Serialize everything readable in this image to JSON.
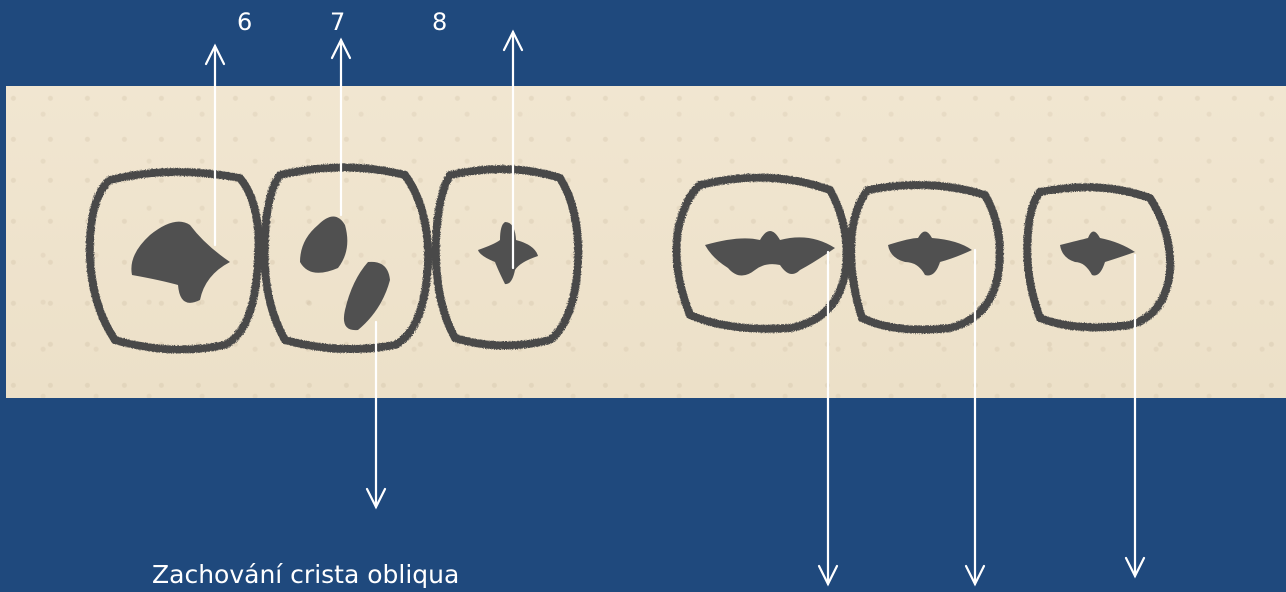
{
  "labels": {
    "six": "6",
    "seven": "7",
    "eight": "8"
  },
  "caption": "Zachování crista obliqua",
  "colors": {
    "background": "#1f497d",
    "photo": "#efe3cd",
    "ink": "#4a4a4a",
    "arrow": "#ffffff"
  }
}
